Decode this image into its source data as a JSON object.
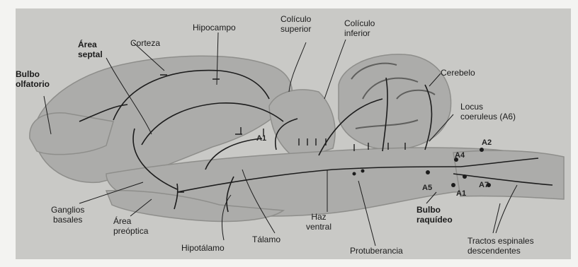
{
  "labels": {
    "bulbo_olfatorio": "Bulbo\nolfatorio",
    "area_septal": "Área\nseptal",
    "corteza": "Corteza",
    "hipocampo": "Hipocampo",
    "coliculo_superior": "Colículo\nsuperior",
    "coliculo_inferior": "Colículo\ninferior",
    "cerebelo": "Cerebelo",
    "locus_coeruleus": "Locus\ncoeruleus (A6)",
    "ganglios_basales": "Ganglios\nbasales",
    "area_preoptica": "Área\npreóptica",
    "hipotalamo": "Hipotálamo",
    "talamo": "Tálamo",
    "haz_ventral": "Haz\nventral",
    "protuberancia": "Protuberancia",
    "bulbo_raquideo": "Bulbo\nraquídeo",
    "tractos_espinales": "Tractos espinales\ndescendentes"
  },
  "cell_groups": {
    "a1": "A1",
    "a2": "A2",
    "a4": "A4",
    "a5": "A5",
    "a7": "A7"
  },
  "colors": {
    "background": "#c9c9c6",
    "brain_fill": "#acacaa",
    "pathway": "#1c1c1c",
    "label_text": "#1b1b1b"
  }
}
